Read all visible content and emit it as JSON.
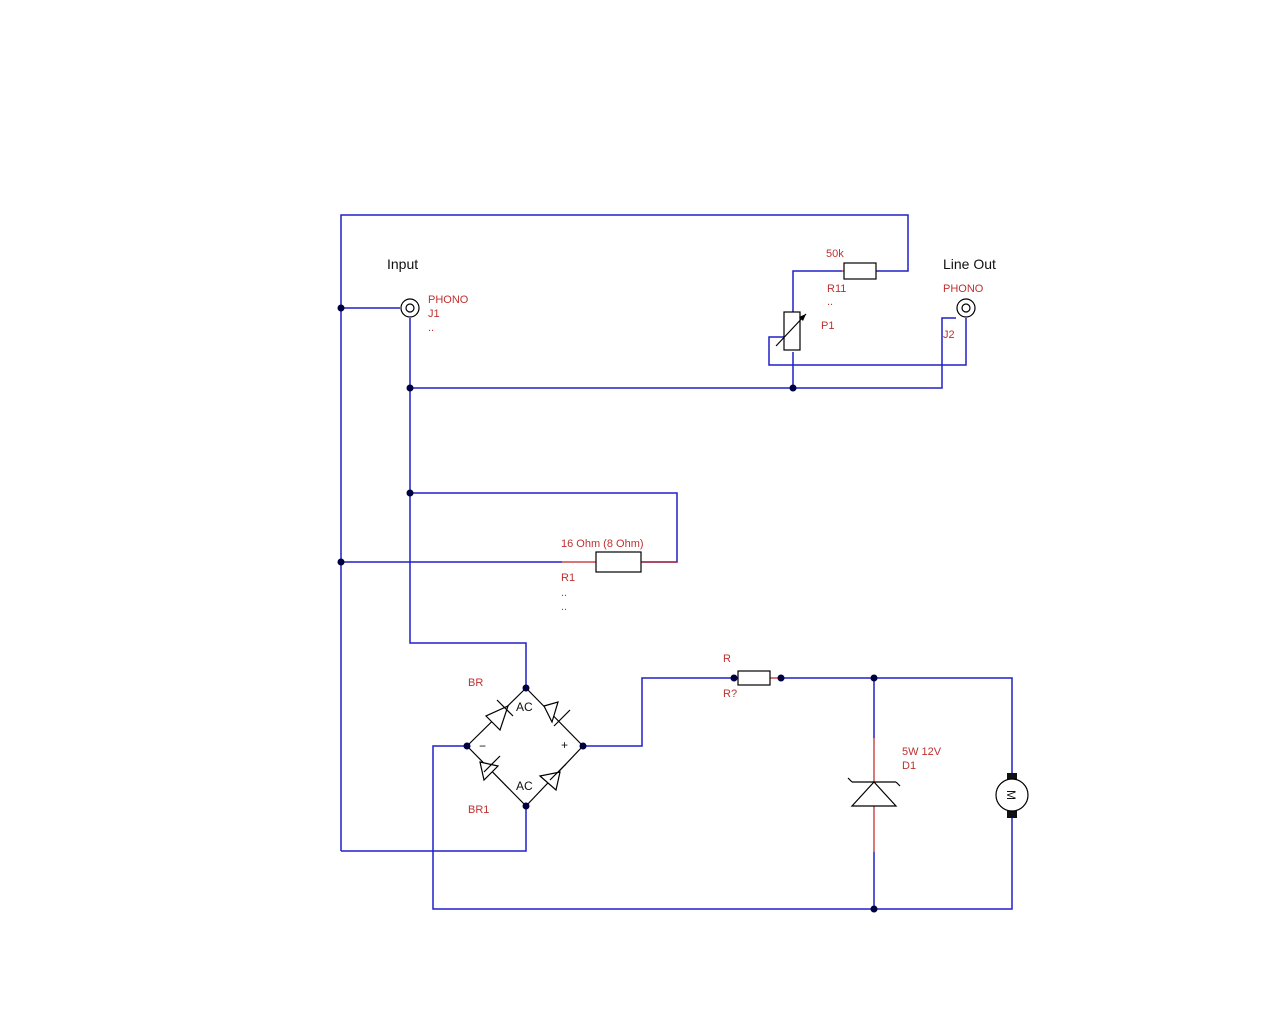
{
  "labels": {
    "input": "Input",
    "line_out": "Line Out"
  },
  "components": {
    "j1": {
      "type": "PHONO",
      "ref": "J1",
      "extra": ".."
    },
    "j2": {
      "type": "PHONO",
      "ref": "J2"
    },
    "r11": {
      "value": "50k",
      "ref": "R11",
      "extra": ".."
    },
    "p1": {
      "ref": "P1"
    },
    "r1": {
      "value": "16 Ohm (8 Ohm)",
      "ref": "R1",
      "extra1": "..",
      "extra2": ".."
    },
    "br": {
      "value": "BR",
      "ref": "BR1",
      "ac_top": "AC",
      "ac_bottom": "AC",
      "minus": "−",
      "plus": "+"
    },
    "r": {
      "value": "R",
      "ref": "R?"
    },
    "d1": {
      "value": "5W 12V",
      "ref": "D1"
    },
    "motor": {
      "symbol": "M"
    }
  },
  "colors": {
    "wire": "#2020c8",
    "label": "#c03030",
    "lead": "#c02020"
  }
}
